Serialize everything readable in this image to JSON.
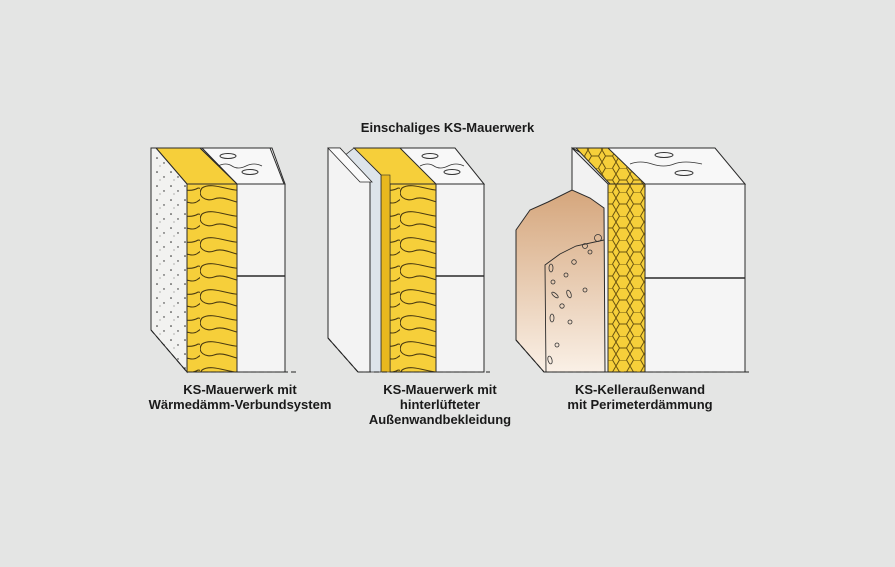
{
  "diagram": {
    "title": "Einschaliges KS-Mauerwerk",
    "colors": {
      "background": "#e4e5e4",
      "wall_face": "#f3f3f3",
      "wall_top": "#f7f7f7",
      "insulation": "#f6cf3a",
      "insulation_dark": "#e8b81f",
      "outline": "#2a2a2a",
      "soil_top": "#d9b08a",
      "soil_bottom": "#f7ebde"
    },
    "panels": [
      {
        "id": "wdvs",
        "caption_line1": "KS-Mauerwerk mit",
        "caption_line2": "Wärmedämm-Verbundsystem",
        "insulation_pattern": "wave"
      },
      {
        "id": "vorhang",
        "caption_line1": "KS-Mauerwerk mit",
        "caption_line2": "hinterlüfteter",
        "caption_line3": "Außenwandbekleidung",
        "insulation_pattern": "wave"
      },
      {
        "id": "keller",
        "caption_line1": "KS-Kelleraußenwand",
        "caption_line2": "mit Perimeterdämmung",
        "insulation_pattern": "honeycomb"
      }
    ]
  }
}
